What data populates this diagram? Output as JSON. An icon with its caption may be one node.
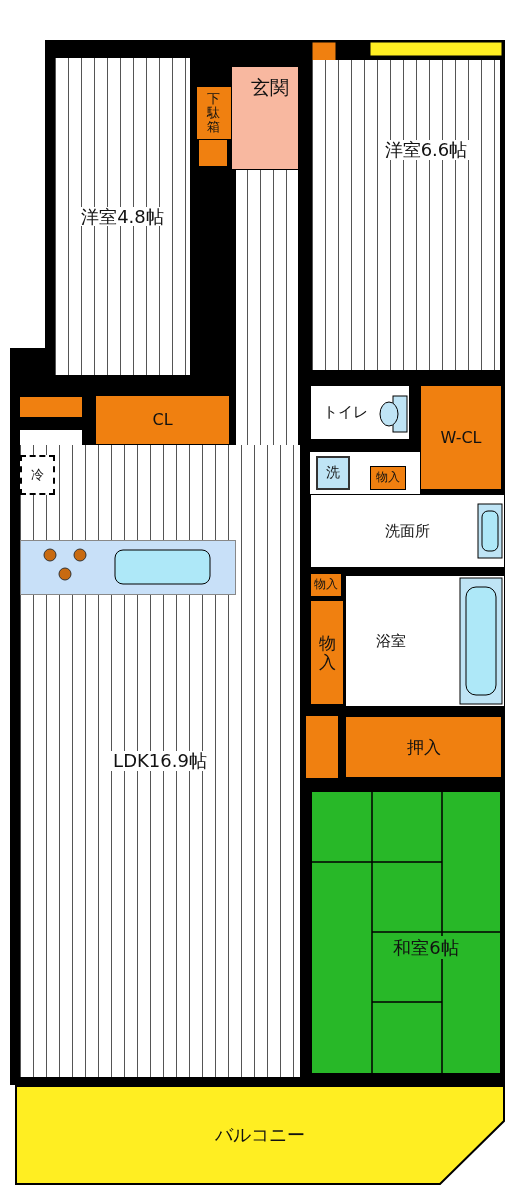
{
  "diagram": {
    "nodes": [
      {
        "text": [
          "洋室4.8帖"
        ]
      },
      {
        "text": [
          "下駄箱"
        ]
      },
      {
        "text": [
          "玄関"
        ]
      },
      {
        "text": [
          "洋室6.6帖"
        ]
      },
      {
        "text": [
          "CL"
        ]
      },
      {
        "text": [
          "トイレ"
        ]
      },
      {
        "text": [
          "W-CL"
        ]
      },
      {
        "text": [
          "LDK16.9帖"
        ]
      },
      {
        "text": [
          "冷"
        ],
        "in": 7
      },
      {
        "text": [
          "洗面所"
        ]
      },
      {
        "text": [
          "洗"
        ]
      },
      {
        "text": [
          "物入"
        ]
      },
      {
        "text": [
          "物入"
        ]
      },
      {
        "text": [
          "物入"
        ]
      },
      {
        "text": [
          "浴室"
        ]
      },
      {
        "text": [
          "押入"
        ]
      },
      {
        "text": [
          "和室6帖"
        ]
      },
      {
        "text": [
          "バルコニー"
        ]
      }
    ],
    "edges": []
  }
}
